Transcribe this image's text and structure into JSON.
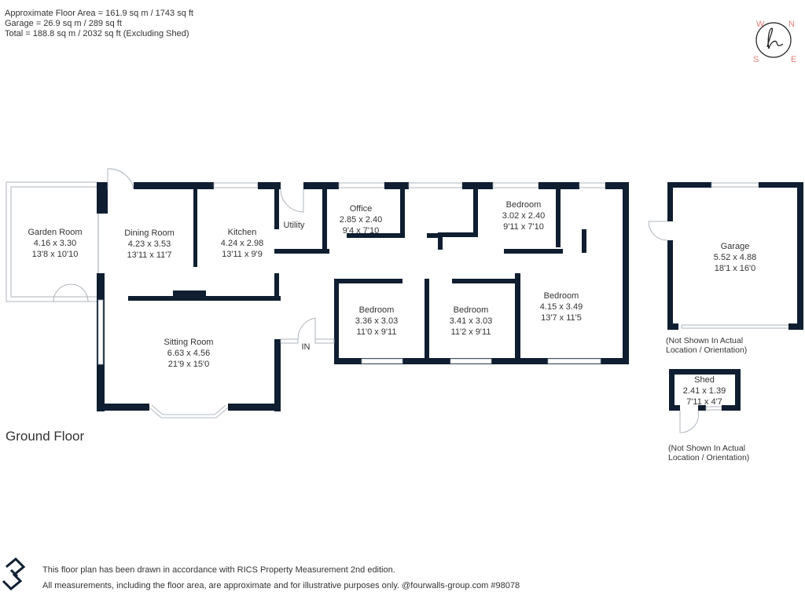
{
  "header": {
    "floor_area": "Approximate Floor Area = 161.9 sq m / 1743 sq ft",
    "garage_area": "Garage = 26.9 sq m / 289 sq ft",
    "total_area": "Total = 188.8 sq m / 2032 sq ft (Excluding Shed)"
  },
  "compass": {
    "w": "W",
    "n": "N",
    "s": "S",
    "e": "E",
    "accent": "#e8837a"
  },
  "floor_label": "Ground Floor",
  "rooms": {
    "garden": {
      "name": "Garden Room",
      "metric": "4.16 x 3.30",
      "imperial": "13'8 x 10'10"
    },
    "dining": {
      "name": "Dining Room",
      "metric": "4.23 x 3.53",
      "imperial": "13'11 x 11'7"
    },
    "kitchen": {
      "name": "Kitchen",
      "metric": "4.24 x 2.98",
      "imperial": "13'11 x 9'9"
    },
    "utility": {
      "name": "Utility"
    },
    "office": {
      "name": "Office",
      "metric": "2.85 x 2.40",
      "imperial": "9'4 x 7'10"
    },
    "bedroom1": {
      "name": "Bedroom",
      "metric": "3.02 x 2.40",
      "imperial": "9'11 x 7'10"
    },
    "bedroom2": {
      "name": "Bedroom",
      "metric": "3.36 x 3.03",
      "imperial": "11'0 x 9'11"
    },
    "bedroom3": {
      "name": "Bedroom",
      "metric": "3.41 x 3.03",
      "imperial": "11'2 x 9'11"
    },
    "bedroom4": {
      "name": "Bedroom",
      "metric": "4.15 x 3.49",
      "imperial": "13'7 x 11'5"
    },
    "sitting": {
      "name": "Sitting Room",
      "metric": "6.63 x 4.56",
      "imperial": "21'9 x 15'0"
    },
    "garage": {
      "name": "Garage",
      "metric": "5.52 x 4.88",
      "imperial": "18'1 x 16'0"
    },
    "shed": {
      "name": "Shed",
      "metric": "2.41 x 1.39",
      "imperial": "7'11 x 4'7"
    }
  },
  "entrance_label": "IN",
  "notes": {
    "garage_line1": "(Not Shown In Actual",
    "garage_line2": "Location / Orientation)",
    "shed_line1": "(Not Shown In Actual",
    "shed_line2": "Location / Orientation)"
  },
  "footer": {
    "line1": "This floor plan has been drawn in accordance with RICS Property Measurement 2nd edition.",
    "line2": "All measurements, including the floor area, are approximate and for illustrative purposes only. @fourwalls-group.com #98078"
  },
  "colors": {
    "wall": "#0f1e30",
    "text": "#333333"
  }
}
